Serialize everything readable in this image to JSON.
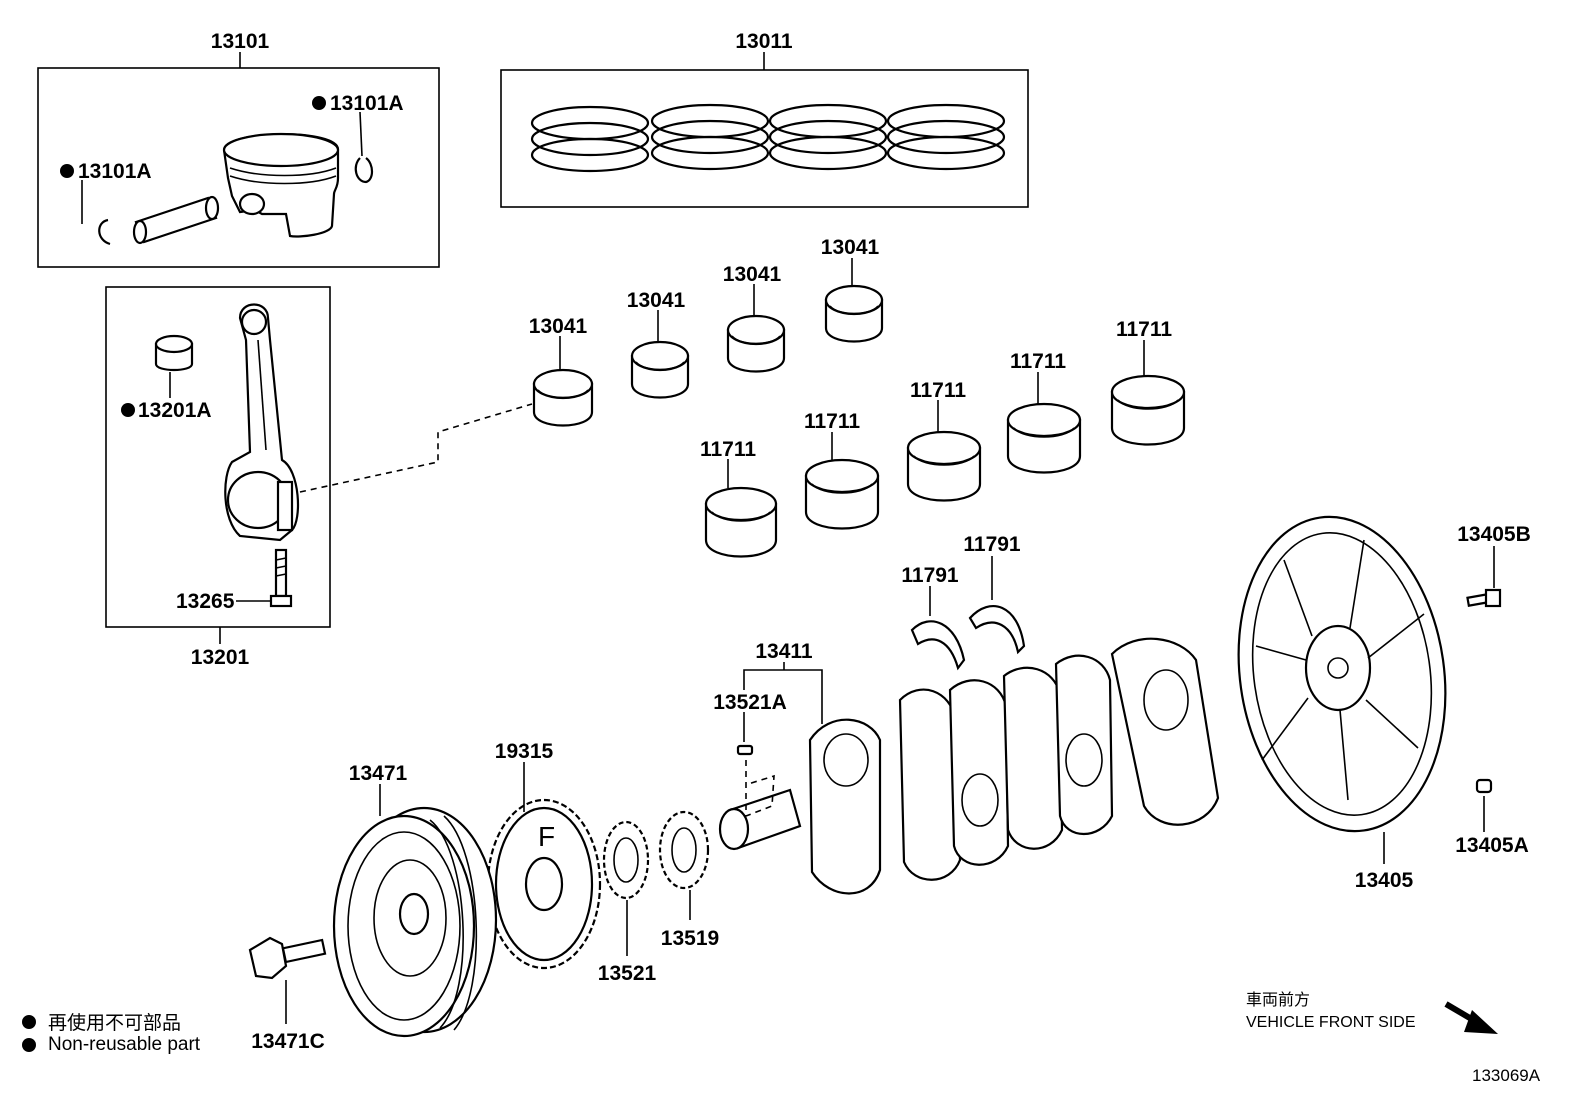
{
  "labels": {
    "p13101": "13101",
    "p13011": "13011",
    "p13101A_r": "13101A",
    "p13101A_l": "13101A",
    "p13201A": "13201A",
    "p13265": "13265",
    "p13201": "13201",
    "p13041_a": "13041",
    "p13041_b": "13041",
    "p13041_c": "13041",
    "p13041_d": "13041",
    "p11711_a": "11711",
    "p11711_b": "11711",
    "p11711_c": "11711",
    "p11711_d": "11711",
    "p11711_e": "11711",
    "p11791_a": "11791",
    "p11791_b": "11791",
    "p13405B": "13405B",
    "p13405A": "13405A",
    "p13405": "13405",
    "p13411": "13411",
    "p13521A": "13521A",
    "p19315": "19315",
    "p13471": "13471",
    "p13521": "13521",
    "p13519": "13519",
    "p13471C": "13471C"
  },
  "legend": {
    "japanese": "再使用不可部品",
    "english": "Non-reusable part"
  },
  "front_side": {
    "japanese": "車両前方",
    "english": "VEHICLE FRONT SIDE"
  },
  "diagram_code": "133069A",
  "colors": {
    "line": "#000000",
    "background": "#ffffff"
  }
}
